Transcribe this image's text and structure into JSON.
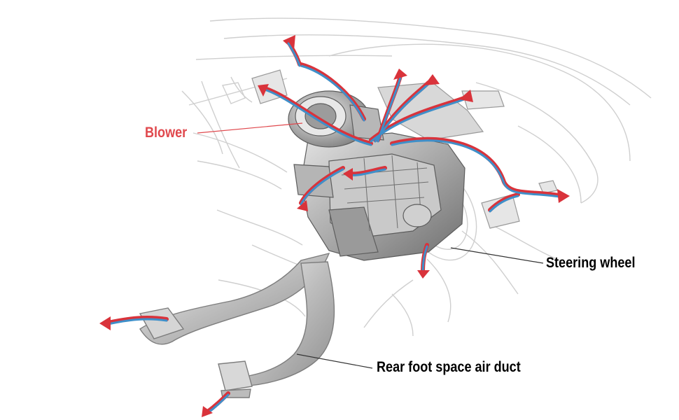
{
  "labels": {
    "blower": "Blower",
    "steering_wheel": "Steering wheel",
    "rear_foot_duct": "Rear foot space air duct"
  },
  "colors": {
    "callout_red": "#e0484d",
    "callout_black": "#000000",
    "airflow_hot": "#d9333b",
    "airflow_cold": "#3f8fc9",
    "outline": "#c9c9c9",
    "hvac_gray": "#8d8d8d"
  }
}
